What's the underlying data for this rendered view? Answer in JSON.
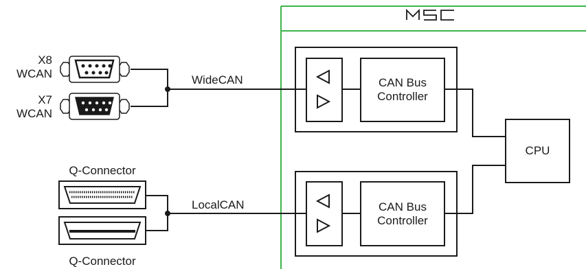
{
  "msc": {
    "title": "MSC"
  },
  "connectors": {
    "x8": {
      "name": "X8",
      "type": "WCAN"
    },
    "x7": {
      "name": "X7",
      "type": "WCAN"
    },
    "q_top": "Q-Connector",
    "q_bottom": "Q-Connector"
  },
  "buses": {
    "wide": "WideCAN",
    "local": "LocalCAN"
  },
  "controllers": [
    {
      "line1": "CAN Bus",
      "line2": "Controller"
    },
    {
      "line1": "CAN Bus",
      "line2": "Controller"
    }
  ],
  "cpu": {
    "label": "CPU"
  },
  "colors": {
    "msc_border": "#3cb44b",
    "line": "#1a1a1a",
    "connector_fill": "#ffffff"
  }
}
